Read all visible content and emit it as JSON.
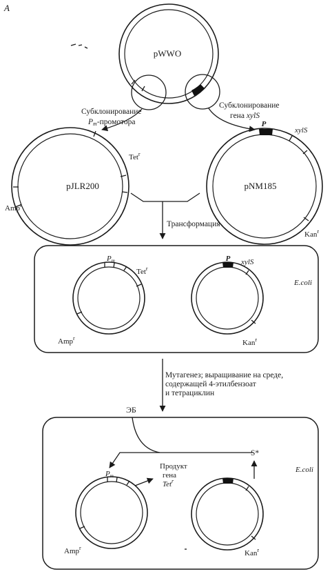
{
  "figure": {
    "panel_letter": "A"
  },
  "top": {
    "plasmid": "pWWO",
    "left_caption_line1": "Субклонирование",
    "left_caption_pm": "P",
    "left_caption_pm_sub": "m",
    "left_caption_tail": "-промотора",
    "right_caption_line1": "Субклонирование",
    "right_caption_gene": "гена ",
    "right_caption_gene_name": "xylS"
  },
  "row2": {
    "left_plasmid": "pJLR200",
    "left_tet": "Tet",
    "left_tet_sup": "r",
    "left_amp": "Amp",
    "left_amp_sup": "r",
    "right_plasmid": "pNM185",
    "right_p": "P",
    "right_xyls": "xylS",
    "right_kan": "Kan",
    "right_kan_sup": "r",
    "transformation": "Трансформация"
  },
  "box1": {
    "pm": "P",
    "pm_sub": "m",
    "tet": "Tet",
    "tet_sup": "r",
    "amp": "Amp",
    "amp_sup": "r",
    "p": "P",
    "xyls": "xylS",
    "kan": "Kan",
    "kan_sup": "r",
    "ecoli": "E.coli"
  },
  "mutagenesis": {
    "line1": "Мутагенез; выращивание на среде,",
    "line2": "содержащей 4-этилбензоат",
    "line3": "и тетрациклин"
  },
  "box2": {
    "eb": "ЭБ",
    "s_star": "S*",
    "pm": "P",
    "pm_sub": "m",
    "product_line1": "Продукт",
    "product_line2": "гена",
    "product_tet": "Tet",
    "product_tet_sup": "r",
    "amp": "Amp",
    "amp_sup": "r",
    "kan": "Kan",
    "kan_sup": "r",
    "ecoli": "E.coli"
  }
}
